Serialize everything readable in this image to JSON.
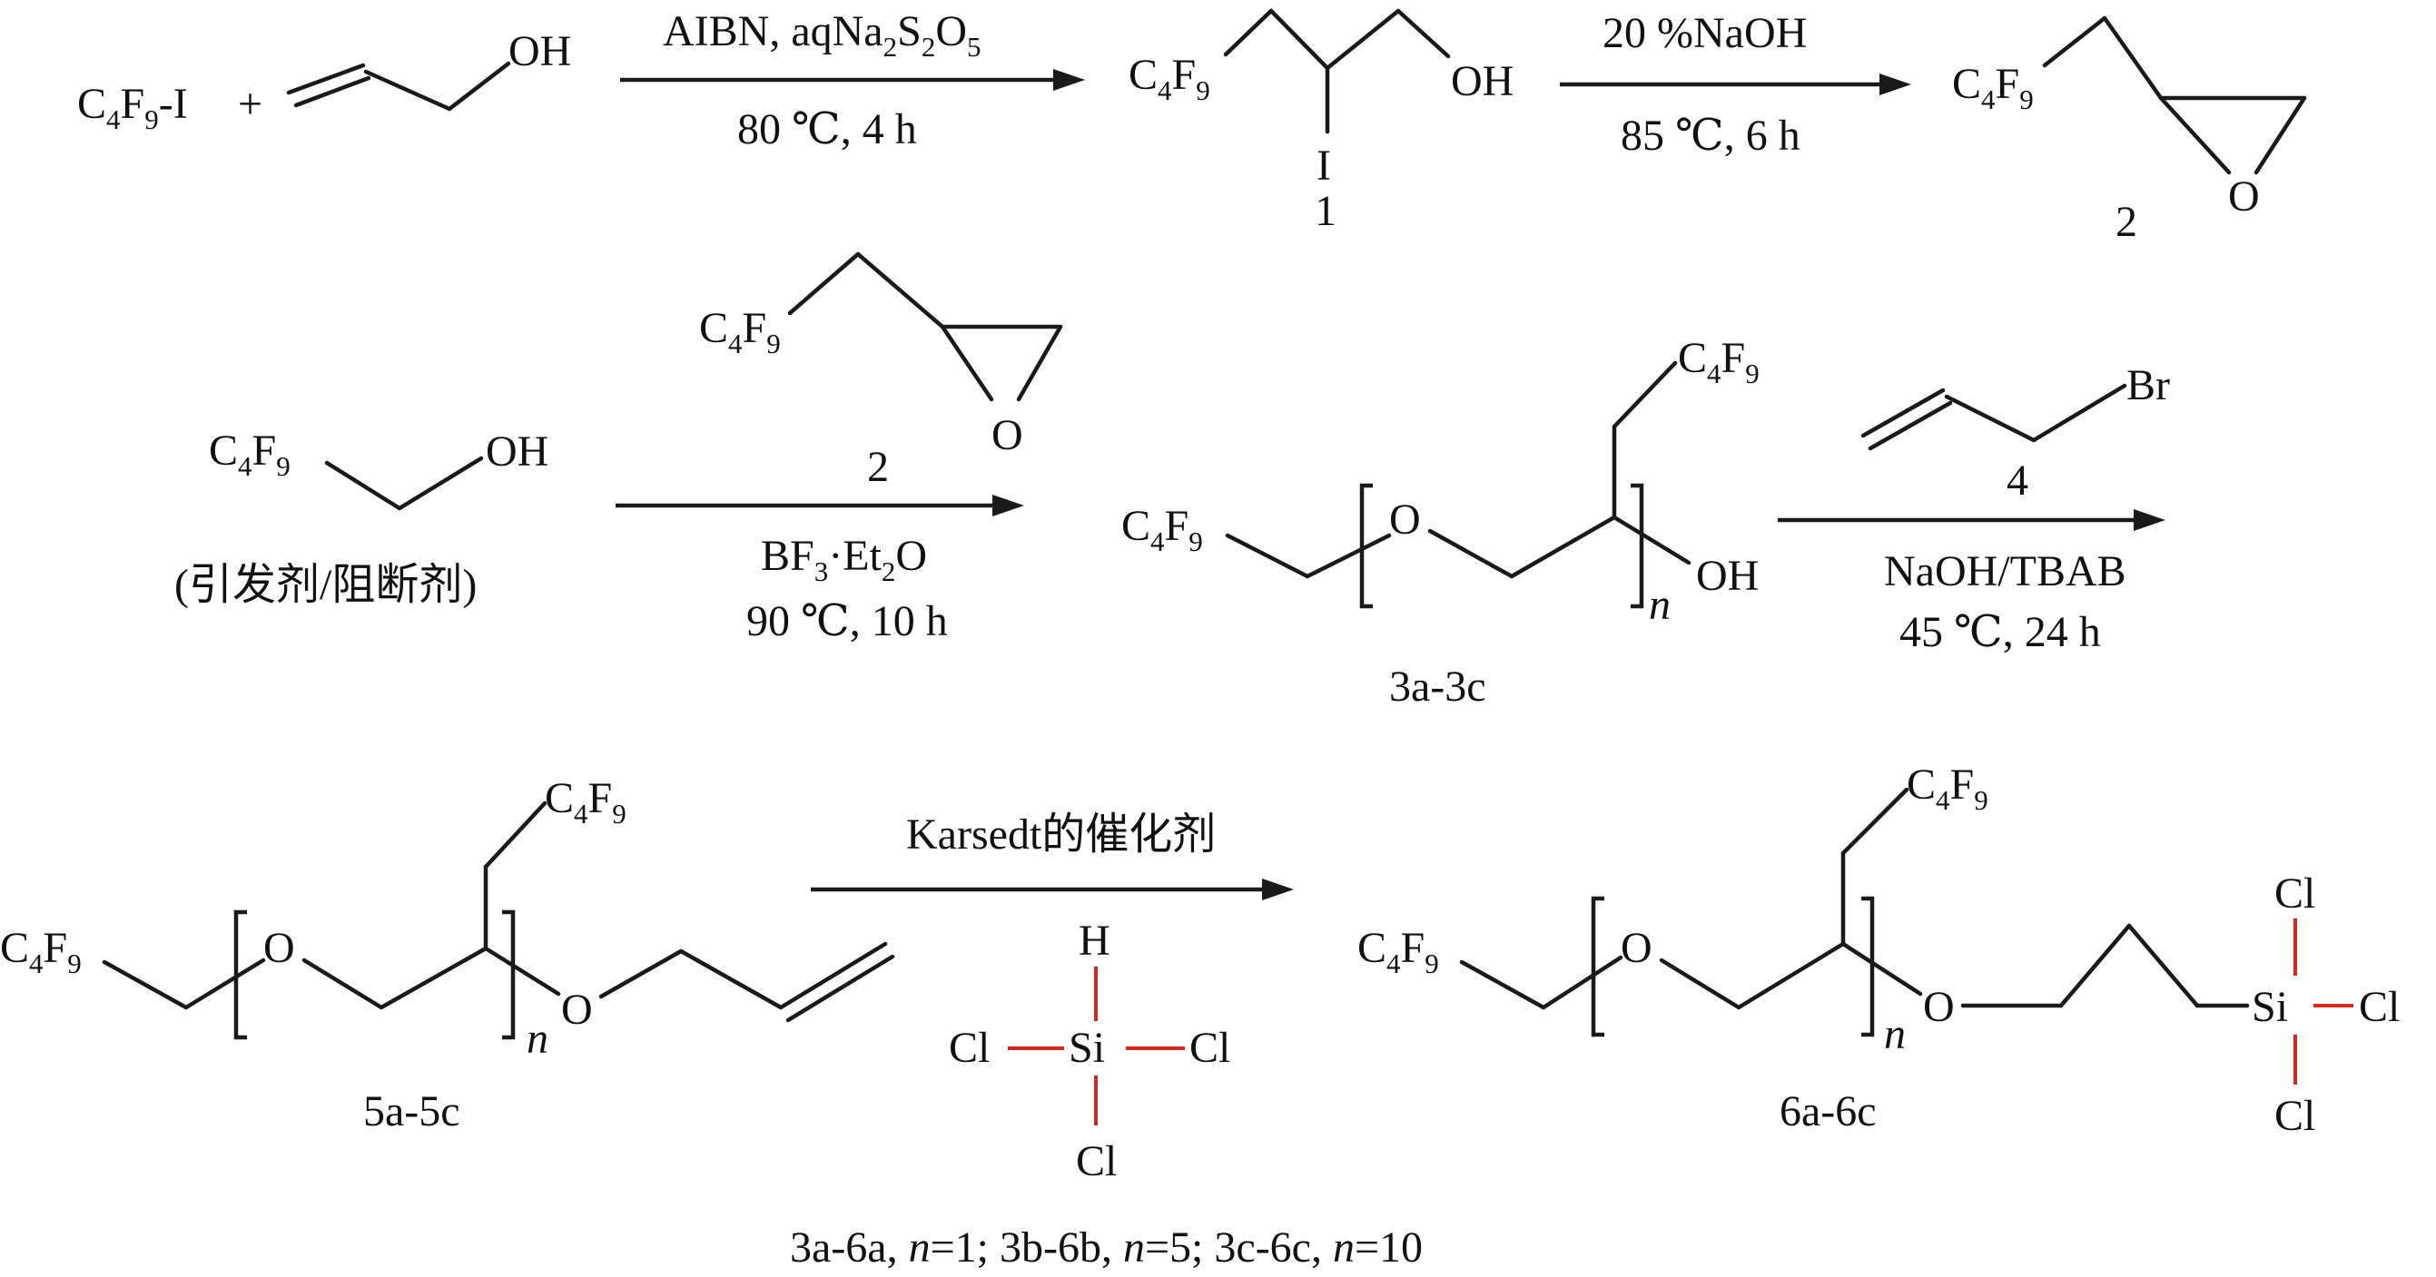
{
  "reaction1": {
    "reactant_c4": "C",
    "reactant_f9": "F",
    "reactant_sub4": "4",
    "reactant_sub9": "9",
    "reactant_iodide": "-I",
    "plus": "+",
    "allyl_oh": "OH",
    "reagent_top_a": "AIBN, aqNa",
    "reagent_top_s": "S",
    "reagent_top_o": "O",
    "sub2": "2",
    "sub5": "5",
    "conditions": "80 ℃, 4 h",
    "product_oh": "OH",
    "product_i": "I",
    "product_label": "1"
  },
  "reaction2": {
    "reagent": "20 %NaOH",
    "conditions": "85 ℃, 6 h",
    "epoxide_o": "O",
    "product_label": "2"
  },
  "reaction3": {
    "initiator_oh": "OH",
    "initiator_note": "(引发剂/阻断剂)",
    "reagent_epoxide_o": "O",
    "reagent_label": "2",
    "catalyst_bf": "BF",
    "catalyst_sub3": "3",
    "catalyst_dot": "·",
    "catalyst_et": "Et",
    "catalyst_sub2": "2",
    "catalyst_o": "O",
    "conditions": "90 ℃, 10 h",
    "product_o": "O",
    "product_oh": "OH",
    "repeat_n": "n",
    "product_label": "3a-3c"
  },
  "reaction4": {
    "allyl_br": "Br",
    "reagent_label": "4",
    "catalyst": "NaOH/TBAB",
    "conditions": "45 ℃, 24 h"
  },
  "reaction5": {
    "reactant_o1": "O",
    "reactant_o2": "O",
    "repeat_n": "n",
    "reactant_label": "5a-5c",
    "catalyst": "Karsedt的催化剂",
    "silane_h": "H",
    "silane_si": "Si",
    "silane_cl": "Cl",
    "product_o1": "O",
    "product_o2": "O",
    "product_si": "Si",
    "product_cl": "Cl",
    "product_label": "6a-6c"
  },
  "footnote": {
    "part1": "3a-6a, ",
    "n": "n",
    "part2": "=1; 3b-6b, ",
    "part3": "=5; 3c-6c, ",
    "part4": "=10"
  },
  "colors": {
    "bond": "#1a1a1a",
    "si_cl_bond": "#d8281e"
  }
}
